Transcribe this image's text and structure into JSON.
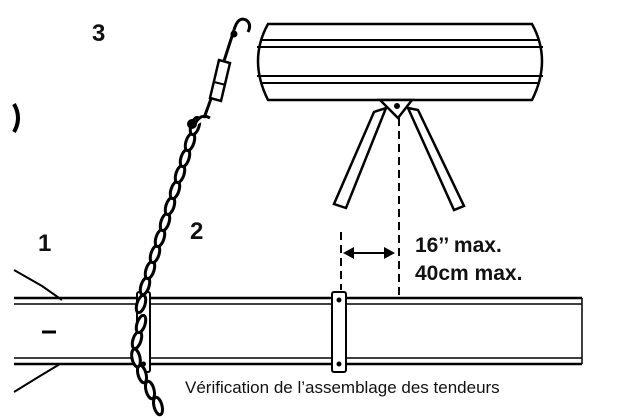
{
  "labels": {
    "callout_1": "1",
    "callout_2": "2",
    "callout_3": "3",
    "max_inches": "16’’ max.",
    "max_cm": "40cm max."
  },
  "caption": "Vérification de l’assemblage des tendeurs"
}
